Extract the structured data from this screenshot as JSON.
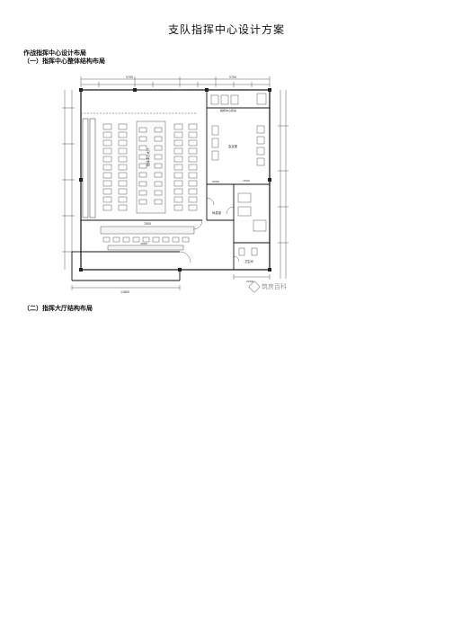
{
  "document": {
    "title": "支队指挥中心设计方案",
    "section_heading": "作战指挥中心设计布局",
    "subsection_1": "（一）指挥中心整体结构布局",
    "subsection_2": "（二）指挥大厅结构布局"
  },
  "floor_plan": {
    "rooms": {
      "hall_label": "指挥中心大厅",
      "meeting_label": "会议室",
      "rest_label": "休息室",
      "wc_label": "卫生间",
      "equipment_label": "指挥中心机房"
    },
    "dimensions": {
      "top_total": "5700",
      "top_right": "5700",
      "hall_width": "7000",
      "bottom_total": "11800",
      "front_row": "3000",
      "right_side": "2200",
      "mid_value": "2000",
      "lower_value": "1500"
    }
  },
  "watermark": {
    "text": "筑房百科"
  }
}
